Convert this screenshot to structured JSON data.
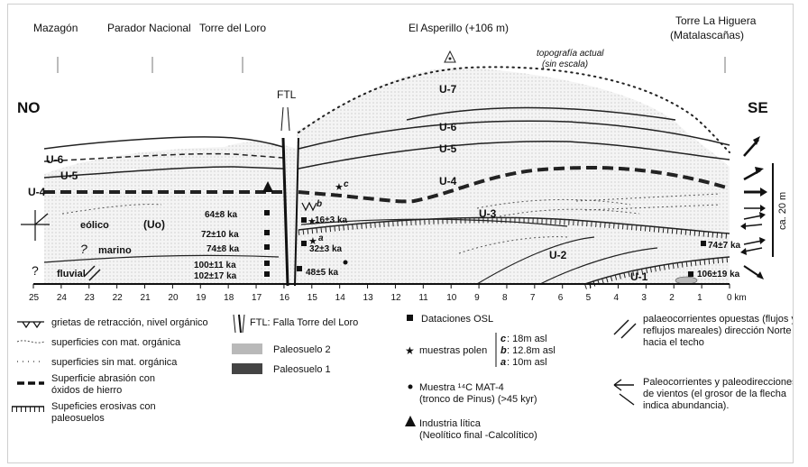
{
  "locations": [
    "Mazagón",
    "Parador Nacional",
    "Torre del Loro",
    "El Asperillo (+106 m)",
    "Torre La Higuera",
    "(Matalascañas)"
  ],
  "topo_label": [
    "topografía actual",
    "(sin escala)"
  ],
  "fault_label": "FTL",
  "orientation": {
    "left": "NO",
    "right": "SE"
  },
  "units": [
    "U-7",
    "U-6",
    "U-5",
    "U-4",
    "U-3",
    "U-2",
    "U-1",
    "U-6",
    "U-5",
    "U-4"
  ],
  "facies": [
    "eólico",
    "(Uo)",
    "marino",
    "fluvial",
    "?",
    "?"
  ],
  "ages": [
    "64±8 ka",
    "72±10 ka",
    "74±8 ka",
    "100±11 ka",
    "102±17 ka",
    "16±3 ka",
    "32±3 ka",
    "48±5 ka",
    "74±7 ka",
    "106±19 ka"
  ],
  "pollen_letters": [
    "c",
    "b",
    "a"
  ],
  "km_ticks": [
    "25",
    "24",
    "23",
    "22",
    "21",
    "20",
    "19",
    "18",
    "17",
    "16",
    "15",
    "14",
    "13",
    "12",
    "11",
    "10",
    "9",
    "8",
    "7",
    "6",
    "5",
    "4",
    "3",
    "2",
    "1",
    "0 km"
  ],
  "scale_label": "ca. 20 m",
  "legend": {
    "grietas": "grietas de retracción, nivel orgánico",
    "con_mat": "superficies con mat. orgánica",
    "sin_mat": "superficies sin mat. orgánica",
    "abrasion": [
      "Superficie abrasión con",
      "óxidos de hierro"
    ],
    "erosivas": [
      "Supeficies erosivas con",
      "paleosuelos"
    ],
    "ftl": "FTL: Falla Torre del Loro",
    "paleosuelo2": "Paleosuelo 2",
    "paleosuelo1": "Paleosuelo 1",
    "osl": "Dataciones OSL",
    "polen": "muestras polen",
    "polen_c": ": 18m asl",
    "polen_b": ": 12.8m asl",
    "polen_a": ": 10m asl",
    "mat4": [
      "Muestra ¹⁴C MAT-4",
      "(tronco de Pinus) (>45 kyr)"
    ],
    "industria": [
      "Industria lítica",
      "(Neolítico final -Calcolítico)"
    ],
    "palaeo_op": [
      "palaeocorrientes opuestas (flujos y",
      "reflujos mareales) dirección Norte",
      "hacia el techo"
    ],
    "palaeo_vientos": [
      "Paleocorrientes y paleodirecciones",
      "de vientos (el grosor de la flecha",
      "indica abundancia)."
    ]
  },
  "colors": {
    "paleosuelo2": "#b9b9b9",
    "paleosuelo1": "#444444",
    "sand": "#ececec"
  }
}
